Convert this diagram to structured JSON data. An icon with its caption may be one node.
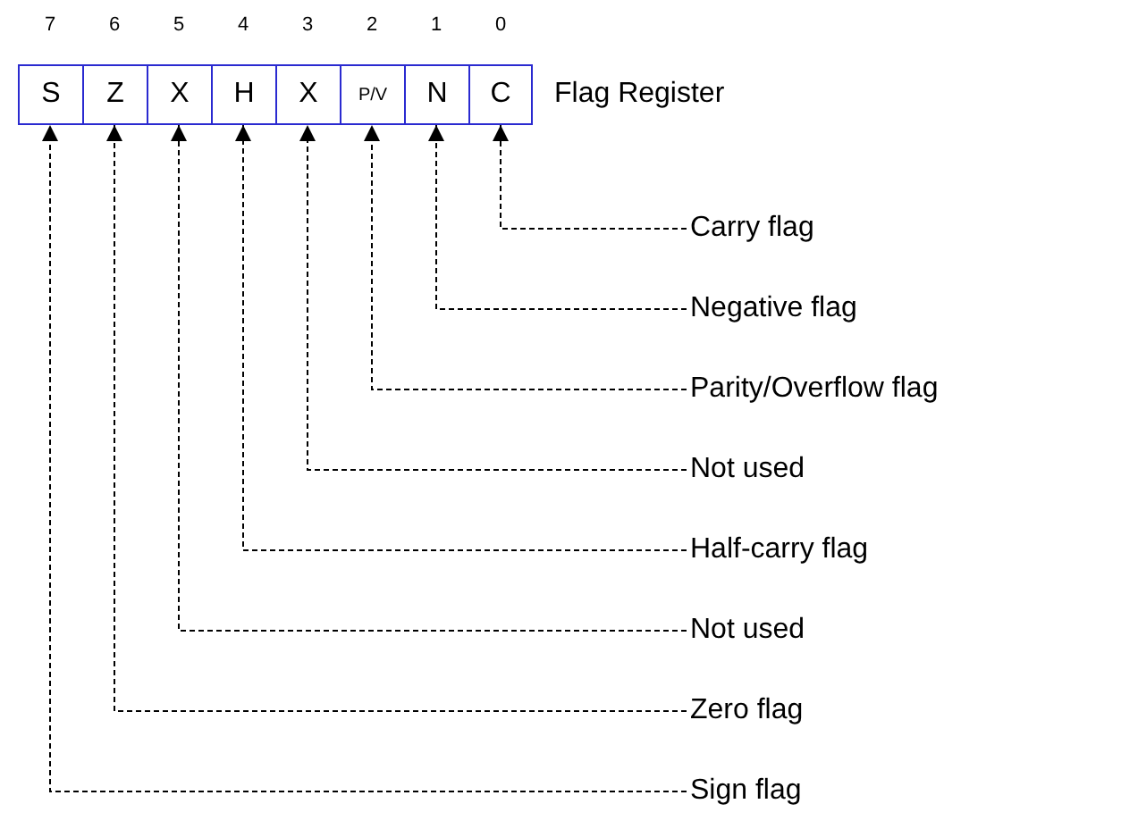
{
  "diagram": {
    "nodes": [
      {
        "text": [
          "S"
        ],
        "beside": [
          "7"
        ]
      },
      {
        "text": [
          "Z"
        ],
        "beside": [
          "6"
        ]
      },
      {
        "text": [
          "X"
        ],
        "beside": [
          "5"
        ]
      },
      {
        "text": [
          "H"
        ],
        "beside": [
          "4"
        ]
      },
      {
        "text": [
          "X"
        ],
        "beside": [
          "3"
        ]
      },
      {
        "text": [
          "P/V"
        ],
        "beside": [
          "2"
        ]
      },
      {
        "text": [
          "N"
        ],
        "beside": [
          "1"
        ]
      },
      {
        "text": [
          "C"
        ],
        "beside": [
          "0"
        ]
      },
      {
        "text": [
          "Carry flag"
        ]
      },
      {
        "text": [
          "Negative flag"
        ]
      },
      {
        "text": [
          "Parity/Overflow flag"
        ]
      },
      {
        "text": [
          "Not used"
        ]
      },
      {
        "text": [
          "Half-carry flag"
        ]
      },
      {
        "text": [
          "Not used"
        ]
      },
      {
        "text": [
          "Zero flag"
        ]
      },
      {
        "text": [
          "Sign flag"
        ]
      }
    ],
    "edges": [
      {
        "from": 8,
        "to": 7,
        "arrow": "to",
        "style": "dashed"
      },
      {
        "from": 9,
        "to": 6,
        "arrow": "to",
        "style": "dashed"
      },
      {
        "from": 10,
        "to": 5,
        "arrow": "to",
        "style": "dashed"
      },
      {
        "from": 11,
        "to": 4,
        "arrow": "to",
        "style": "dashed"
      },
      {
        "from": 12,
        "to": 3,
        "arrow": "to",
        "style": "dashed"
      },
      {
        "from": 13,
        "to": 2,
        "arrow": "to",
        "style": "dashed"
      },
      {
        "from": 14,
        "to": 1,
        "arrow": "to",
        "style": "dashed"
      },
      {
        "from": 15,
        "to": 0,
        "arrow": "to",
        "style": "dashed"
      }
    ],
    "labels": [
      "Flag Register"
    ]
  }
}
